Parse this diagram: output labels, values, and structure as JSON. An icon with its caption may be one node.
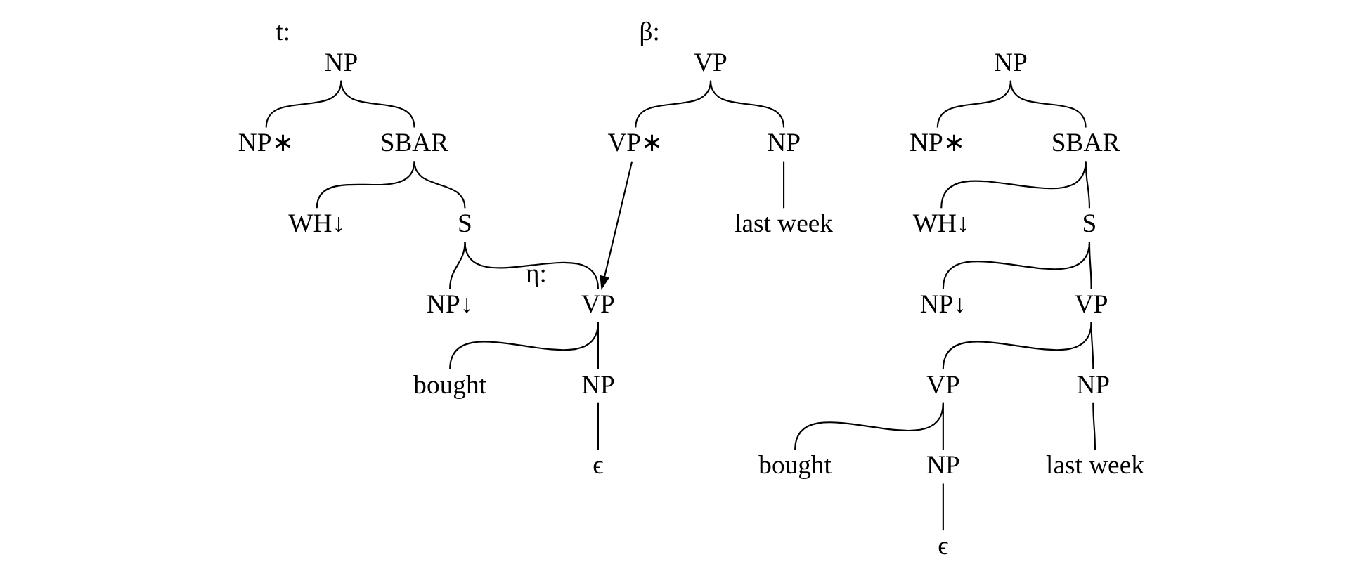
{
  "diagram": {
    "nodes": [
      {
        "text": [
          "NP"
        ],
        "beside": [
          "t:"
        ]
      },
      {
        "text": [
          "NP∗"
        ]
      },
      {
        "text": [
          "SBAR"
        ]
      },
      {
        "text": [
          "WH↓"
        ]
      },
      {
        "text": [
          "S"
        ]
      },
      {
        "text": [
          "NP↓"
        ]
      },
      {
        "text": [
          "VP"
        ],
        "beside": [
          "η:"
        ]
      },
      {
        "text": [
          "bought"
        ]
      },
      {
        "text": [
          "NP"
        ]
      },
      {
        "text": [
          "ϵ"
        ]
      },
      {
        "text": [
          "VP"
        ],
        "beside": [
          "β:"
        ]
      },
      {
        "text": [
          "VP∗"
        ]
      },
      {
        "text": [
          "NP"
        ]
      },
      {
        "text": [
          "last week"
        ]
      },
      {
        "text": [
          "NP"
        ]
      },
      {
        "text": [
          "NP∗"
        ]
      },
      {
        "text": [
          "SBAR"
        ]
      },
      {
        "text": [
          "WH↓"
        ]
      },
      {
        "text": [
          "S"
        ]
      },
      {
        "text": [
          "NP↓"
        ]
      },
      {
        "text": [
          "VP"
        ]
      },
      {
        "text": [
          "VP"
        ]
      },
      {
        "text": [
          "NP"
        ]
      },
      {
        "text": [
          "bought"
        ]
      },
      {
        "text": [
          "NP"
        ]
      },
      {
        "text": [
          "ϵ"
        ]
      },
      {
        "text": [
          "last week"
        ]
      }
    ],
    "edges": [
      {
        "from": 0,
        "to": 1,
        "arrow": "none"
      },
      {
        "from": 0,
        "to": 2,
        "arrow": "none"
      },
      {
        "from": 2,
        "to": 3,
        "arrow": "none"
      },
      {
        "from": 2,
        "to": 4,
        "arrow": "none"
      },
      {
        "from": 4,
        "to": 5,
        "arrow": "none"
      },
      {
        "from": 4,
        "to": 6,
        "arrow": "none"
      },
      {
        "from": 6,
        "to": 7,
        "arrow": "none"
      },
      {
        "from": 6,
        "to": 8,
        "arrow": "none"
      },
      {
        "from": 8,
        "to": 9,
        "arrow": "none"
      },
      {
        "from": 10,
        "to": 11,
        "arrow": "none"
      },
      {
        "from": 10,
        "to": 12,
        "arrow": "none"
      },
      {
        "from": 12,
        "to": 13,
        "arrow": "none"
      },
      {
        "from": 11,
        "to": 6,
        "arrow": "to"
      },
      {
        "from": 14,
        "to": 15,
        "arrow": "none"
      },
      {
        "from": 14,
        "to": 16,
        "arrow": "none"
      },
      {
        "from": 16,
        "to": 17,
        "arrow": "none"
      },
      {
        "from": 16,
        "to": 18,
        "arrow": "none"
      },
      {
        "from": 18,
        "to": 19,
        "arrow": "none"
      },
      {
        "from": 18,
        "to": 20,
        "arrow": "none"
      },
      {
        "from": 20,
        "to": 21,
        "arrow": "none"
      },
      {
        "from": 20,
        "to": 22,
        "arrow": "none"
      },
      {
        "from": 21,
        "to": 23,
        "arrow": "none"
      },
      {
        "from": 21,
        "to": 24,
        "arrow": "none"
      },
      {
        "from": 24,
        "to": 25,
        "arrow": "none"
      },
      {
        "from": 22,
        "to": 26,
        "arrow": "none"
      }
    ]
  }
}
